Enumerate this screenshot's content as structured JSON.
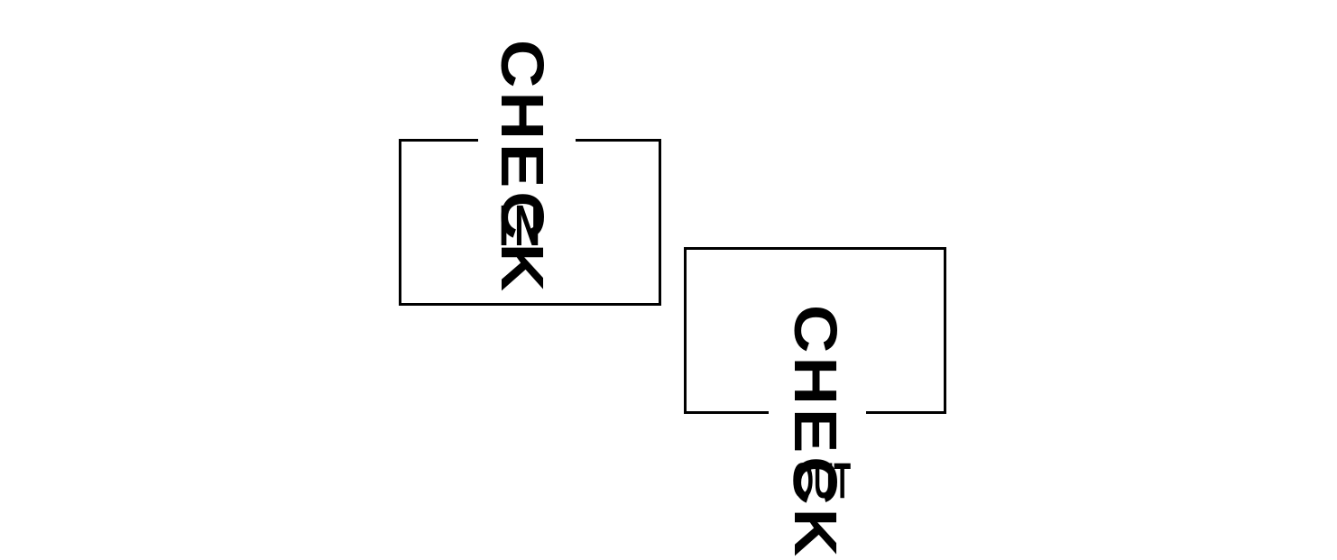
{
  "logo_in": {
    "word_top": "CHECK",
    "word_bottom": "IN"
  },
  "logo_out": {
    "word_top": "CHECK",
    "word_bottom": "OUT"
  },
  "colors": {
    "background": "#ffffff",
    "ink": "#000000"
  }
}
